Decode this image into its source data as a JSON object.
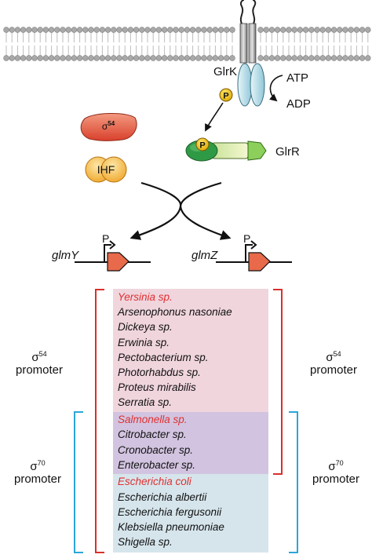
{
  "proteins": {
    "glrk": "GlrK",
    "glrr": "GlrR",
    "sigma54": "σ",
    "sigma54_sup": "54",
    "ihf": "IHF",
    "phospho": "P"
  },
  "reaction": {
    "atp": "ATP",
    "adp": "ADP"
  },
  "genes": {
    "left": "glmY",
    "right": "glmZ",
    "promoter_mark": "P"
  },
  "promoter_labels": {
    "sigma_char": "σ",
    "s54_sup": "54",
    "s70_sup": "70",
    "word": "promoter"
  },
  "species_groups": [
    {
      "color": "#f0d5dd",
      "names": [
        "Yersinia sp.",
        "Arsenophonus nasoniae",
        "Dickeya sp.",
        "Erwinia sp.",
        "Pectobacterium sp.",
        "Photorhabdus sp.",
        "Proteus mirabilis",
        "Serratia sp."
      ]
    },
    {
      "color": "#d2c4e0",
      "names": [
        "Salmonella sp.",
        "Citrobacter sp.",
        "Cronobacter sp.",
        "Enterobacter sp."
      ]
    },
    {
      "color": "#d6e5ec",
      "names": [
        "Escherichia coli",
        "Escherichia albertii",
        "Escherichia fergusonii",
        "Klebsiella pneumoniae",
        "Shigella sp."
      ]
    }
  ],
  "highlight_color": "#e03030",
  "bracket_colors": {
    "sigma54": "#d9302b",
    "sigma70": "#2ba6d9"
  }
}
